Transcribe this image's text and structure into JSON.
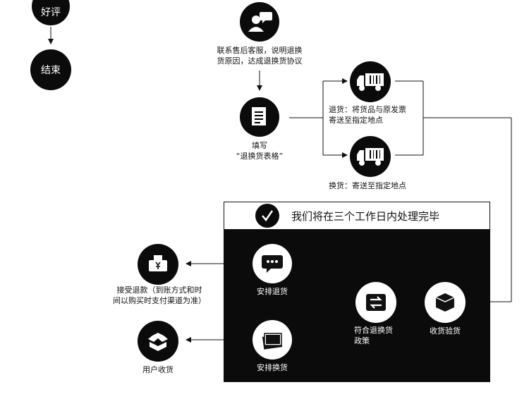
{
  "steps": {
    "good_review": "好评",
    "end": "结束",
    "contact": [
      "联系售后客服，说明退换",
      "货原因，达成退换货协议"
    ],
    "fill_form": [
      "填写",
      "“退换货表格”"
    ],
    "return": [
      "退货：将货品与原发票",
      "寄送至指定地点"
    ],
    "exchange": "换货：寄送至指定地点",
    "banner": "我们将在三个工作日内处理完毕",
    "receive_inspect": "收货验货",
    "policy": [
      "符合退换货",
      "政策"
    ],
    "arrange_refund": "安排退货",
    "arrange_exchange": "安排换货",
    "accept_refund": [
      "接受退款（到账方式和时",
      "间以购买时支付渠道为准）"
    ],
    "user_receive": "用户收货"
  },
  "icons": {
    "contact": "customer-service-chat-icon",
    "form": "document-icon",
    "truck": "delivery-truck-icon",
    "check": "checkmark-icon",
    "box": "package-box-icon",
    "exchange": "exchange-arrows-icon",
    "chat": "speech-bubble-icon",
    "cards": "stacked-cards-icon",
    "refund": "refund-wallet-icon",
    "open_box": "open-box-icon"
  }
}
